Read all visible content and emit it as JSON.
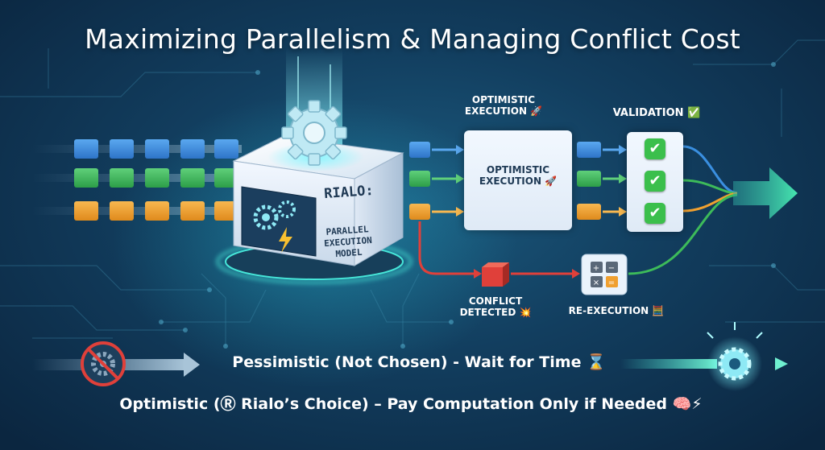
{
  "title": "Maximizing Parallelism & Managing Conflict Cost",
  "model": {
    "title": "RIALO:",
    "subtitle_lines": [
      "PARALLEL",
      "EXECUTION",
      "MODEL"
    ]
  },
  "optimistic_header": {
    "line1": "OPTIMISTIC",
    "line2": "EXECUTION 🚀"
  },
  "optimistic_panel": {
    "line1": "OPTIMISTIC",
    "line2": "EXECUTION 🚀"
  },
  "validation_header": "VALIDATION ✅",
  "validation_checks": [
    "✔",
    "✔",
    "✔"
  ],
  "conflict_label": {
    "line1": "CONFLICT",
    "line2": "DETECTED 💥"
  },
  "reexecution_label": "RE-EXECUTION 🧮",
  "pessimistic_text": "Pessimistic (Not Chosen) - Wait for Time ⌛",
  "optimistic_text": "Optimistic (Ⓡ Rialo’s Choice) – Pay Computation Only if Needed 🧠⚡",
  "colors": {
    "lane_blue": "#3a8fe0",
    "lane_green": "#3dbb5a",
    "lane_orange": "#f0a030",
    "conflict_red": "#e0403a",
    "accent_teal": "#46e6d8",
    "panel_bg": "#eaf3fc"
  }
}
